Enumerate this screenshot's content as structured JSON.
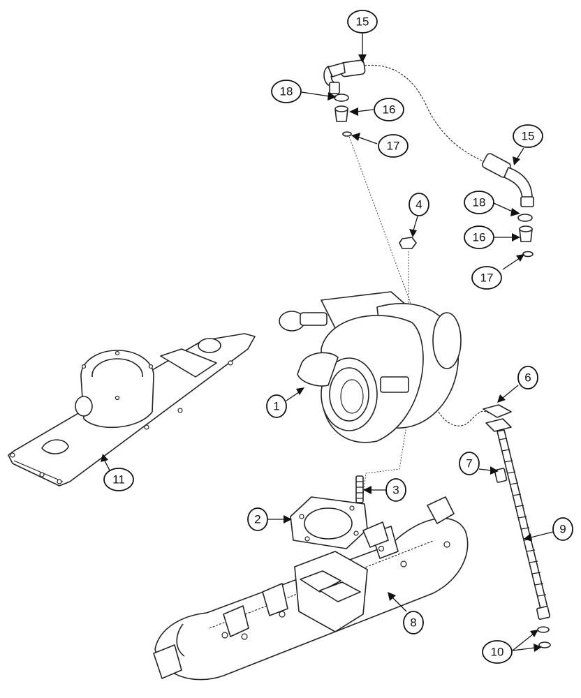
{
  "callouts": [
    {
      "id": "c15a",
      "label": "15"
    },
    {
      "id": "c18a",
      "label": "18"
    },
    {
      "id": "c16a",
      "label": "16"
    },
    {
      "id": "c17a",
      "label": "17"
    },
    {
      "id": "c15b",
      "label": "15"
    },
    {
      "id": "c18b",
      "label": "18"
    },
    {
      "id": "c16b",
      "label": "16"
    },
    {
      "id": "c17b",
      "label": "17"
    },
    {
      "id": "c4",
      "label": "4"
    },
    {
      "id": "c6",
      "label": "6"
    },
    {
      "id": "c1",
      "label": "1"
    },
    {
      "id": "c7",
      "label": "7"
    },
    {
      "id": "c11",
      "label": "11"
    },
    {
      "id": "c3",
      "label": "3"
    },
    {
      "id": "c9",
      "label": "9"
    },
    {
      "id": "c2",
      "label": "2"
    },
    {
      "id": "c8",
      "label": "8"
    },
    {
      "id": "c10",
      "label": "10"
    }
  ]
}
